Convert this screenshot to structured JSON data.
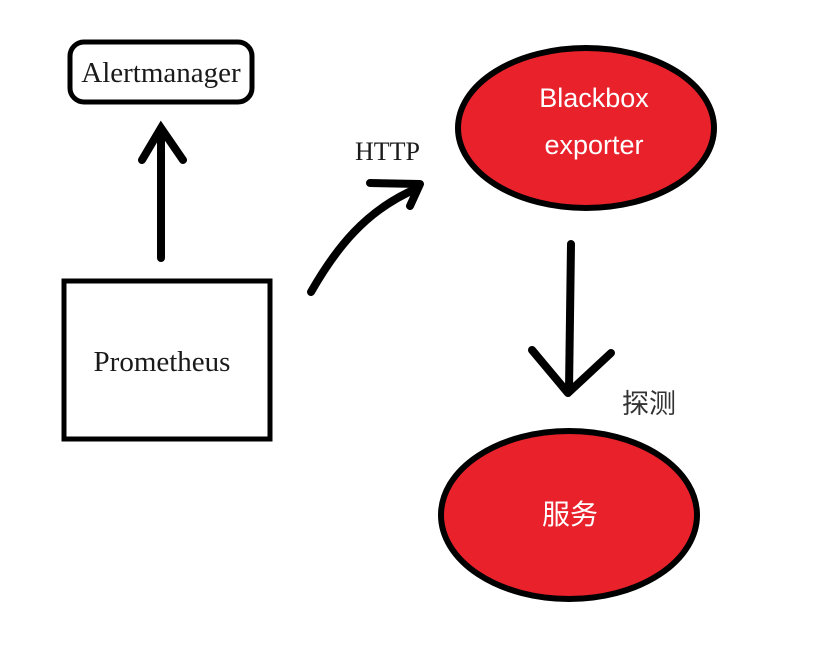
{
  "nodes": {
    "alertmanager": {
      "label": "Alertmanager"
    },
    "prometheus": {
      "label": "Prometheus"
    },
    "blackbox": {
      "label_line1": "Blackbox",
      "label_line2": "exporter"
    },
    "service": {
      "label": "服务"
    }
  },
  "edges": {
    "prometheus_to_blackbox": {
      "label": "HTTP"
    },
    "blackbox_to_service": {
      "label": "探测"
    }
  },
  "colors": {
    "ellipse_fill": "#e8212b",
    "stroke": "#000000",
    "background": "#ffffff"
  }
}
